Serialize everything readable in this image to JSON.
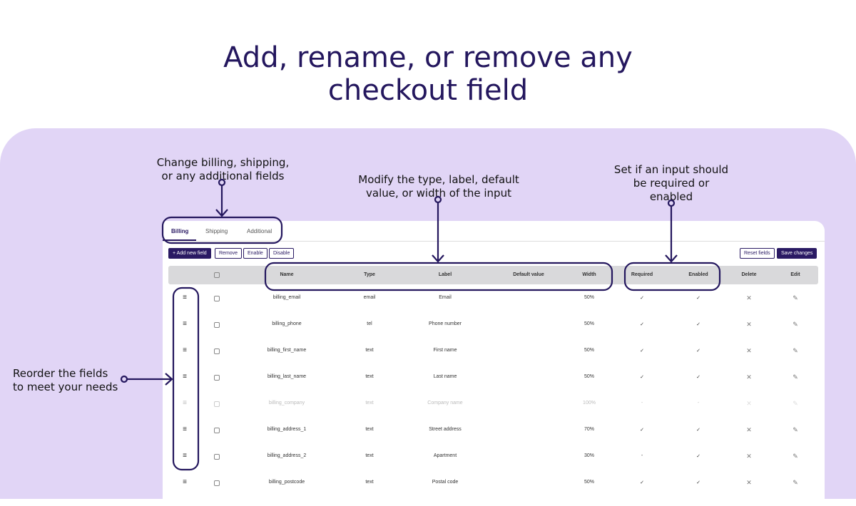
{
  "title_line1": "Add, rename, or remove any",
  "title_line2": "checkout field",
  "annotations": {
    "tabs": [
      "Change billing, shipping,",
      "or any additional fields"
    ],
    "columns": [
      "Modify the type, label, default",
      "value, or width of the input"
    ],
    "required": [
      "Set if an input should",
      "be required or",
      "enabled"
    ],
    "reorder": [
      "Reorder the fields",
      "to meet your needs"
    ]
  },
  "tabs": [
    {
      "label": "Billing",
      "active": true
    },
    {
      "label": "Shipping"
    },
    {
      "label": "Additional"
    }
  ],
  "toolbar": {
    "add": "+ Add new field",
    "remove": "Remove",
    "enable": "Enable",
    "disable": "Disable",
    "reset": "Reset fields",
    "save": "Save changes"
  },
  "columns": {
    "name": "Name",
    "type": "Type",
    "label": "Label",
    "default": "Default value",
    "width": "Width",
    "required": "Required",
    "enabled": "Enabled",
    "delete": "Delete",
    "edit": "Edit"
  },
  "rows": [
    {
      "name": "billing_email",
      "type": "email",
      "label": "Email",
      "default": "",
      "width": "50%",
      "required": "✓",
      "enabled": "✓",
      "disabled": false
    },
    {
      "name": "billing_phone",
      "type": "tel",
      "label": "Phone number",
      "default": "",
      "width": "50%",
      "required": "✓",
      "enabled": "✓",
      "disabled": false
    },
    {
      "name": "billing_first_name",
      "type": "text",
      "label": "First name",
      "default": "",
      "width": "50%",
      "required": "✓",
      "enabled": "✓",
      "disabled": false
    },
    {
      "name": "billing_last_name",
      "type": "text",
      "label": "Last name",
      "default": "",
      "width": "50%",
      "required": "✓",
      "enabled": "✓",
      "disabled": false
    },
    {
      "name": "billing_company",
      "type": "text",
      "label": "Company name",
      "default": "",
      "width": "100%",
      "required": "-",
      "enabled": "-",
      "disabled": true
    },
    {
      "name": "billing_address_1",
      "type": "text",
      "label": "Street address",
      "default": "",
      "width": "70%",
      "required": "✓",
      "enabled": "✓",
      "disabled": false
    },
    {
      "name": "billing_address_2",
      "type": "text",
      "label": "Apartment",
      "default": "",
      "width": "30%",
      "required": "-",
      "enabled": "✓",
      "disabled": false
    },
    {
      "name": "billing_postcode",
      "type": "text",
      "label": "Postal code",
      "default": "",
      "width": "50%",
      "required": "✓",
      "enabled": "✓",
      "disabled": false
    }
  ],
  "icons": {
    "drag": "drag-handle-icon",
    "delete": "x-icon",
    "edit": "pencil-icon"
  },
  "colors": {
    "accent": "#2a1a63",
    "background": "#e1d5f6"
  }
}
